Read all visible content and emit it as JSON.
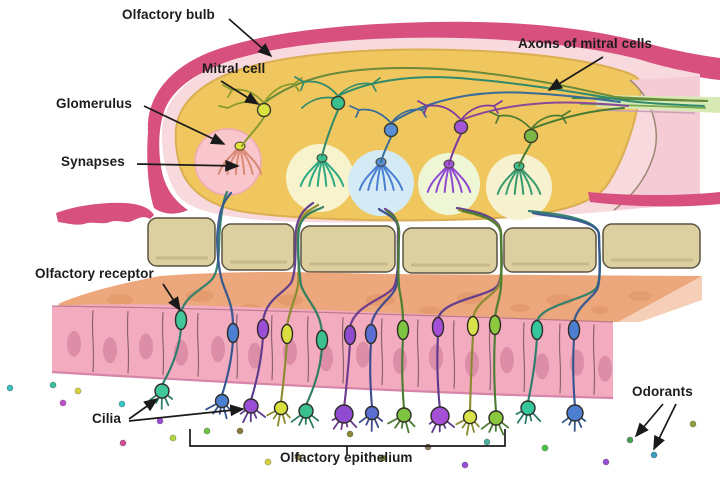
{
  "diagram": {
    "labels": {
      "olfactory_bulb": "Olfactory bulb",
      "mitral_cell": "Mitral cell",
      "glomerulus": "Glomerulus",
      "synapses": "Synapses",
      "olfactory_receptor": "Olfactory receptor",
      "cilia": "Cilia",
      "olfactory_epithelium": "Olfactory epithelium",
      "axons_of_mitral_cells": "Axons of mitral cells",
      "odorants": "Odorants"
    },
    "palette": {
      "bulb_outer_pink": "#d8517e",
      "bulb_inner_pink": "#f8dade",
      "bulb_interior_yellow": "#efc75e",
      "glomerulus_pink": "#f8c6cb",
      "glomerulus_cream": "#f7f3cd",
      "glomerulus_blue": "#d4ebf6",
      "glomerulus_green": "#eef6d6",
      "bone_tan": "#ddd0a0",
      "lamina_orange": "#eca87c",
      "epithelium_pink": "#f3abbf",
      "epithelium_nucleus": "#d988a5",
      "axon_bundle_green": "#4a8a3c",
      "annotation_ink": "#1a1a1a"
    }
  }
}
